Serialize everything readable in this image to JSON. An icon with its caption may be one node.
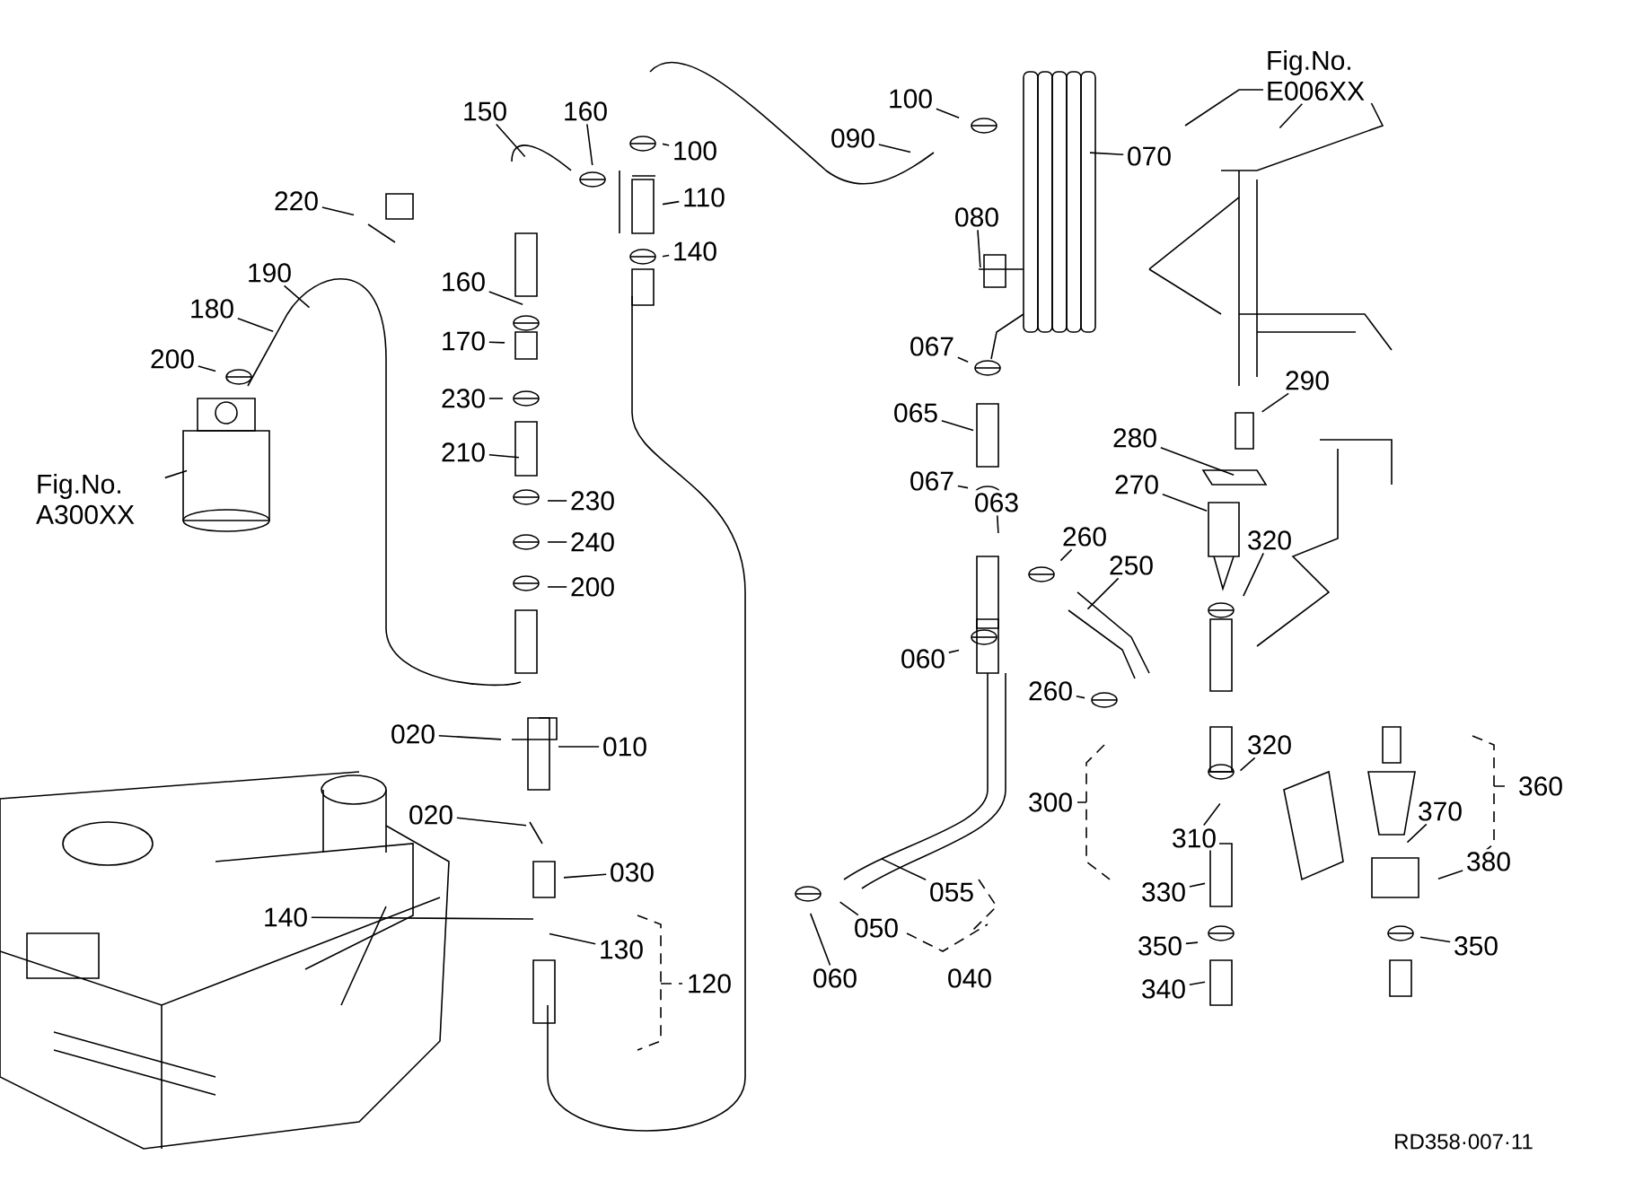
{
  "diagram": {
    "nodes": [
      {
        "text": [
          "150"
        ]
      },
      {
        "text": [
          "160"
        ]
      },
      {
        "text": [
          "100"
        ]
      },
      {
        "text": [
          "110"
        ]
      },
      {
        "text": [
          "140"
        ]
      },
      {
        "text": [
          "220"
        ]
      },
      {
        "text": [
          "190"
        ]
      },
      {
        "text": [
          "180"
        ]
      },
      {
        "text": [
          "200"
        ]
      },
      {
        "text": [
          "160"
        ]
      },
      {
        "text": [
          "170"
        ]
      },
      {
        "text": [
          "230"
        ]
      },
      {
        "text": [
          "210"
        ]
      },
      {
        "text": [
          "230"
        ]
      },
      {
        "text": [
          "240"
        ]
      },
      {
        "text": [
          "200"
        ]
      },
      {
        "text": [
          "020"
        ]
      },
      {
        "text": [
          "010"
        ]
      },
      {
        "text": [
          "020"
        ]
      },
      {
        "text": [
          "030"
        ]
      },
      {
        "text": [
          "140"
        ]
      },
      {
        "text": [
          "130"
        ]
      },
      {
        "text": [
          "100"
        ]
      },
      {
        "text": [
          "090"
        ]
      },
      {
        "text": [
          "070"
        ]
      },
      {
        "text": [
          "080"
        ]
      },
      {
        "text": [
          "067"
        ]
      },
      {
        "text": [
          "065"
        ]
      },
      {
        "text": [
          "067"
        ]
      },
      {
        "text": [
          "063"
        ]
      },
      {
        "text": [
          "260"
        ]
      },
      {
        "text": [
          "250"
        ]
      },
      {
        "text": [
          "060"
        ]
      },
      {
        "text": [
          "260"
        ]
      },
      {
        "text": [
          "055"
        ]
      },
      {
        "text": [
          "050"
        ]
      },
      {
        "text": [
          "060"
        ]
      },
      {
        "text": [
          "290"
        ]
      },
      {
        "text": [
          "280"
        ]
      },
      {
        "text": [
          "270"
        ]
      },
      {
        "text": [
          "320"
        ]
      },
      {
        "text": [
          "310"
        ]
      },
      {
        "text": [
          "320"
        ]
      },
      {
        "text": [
          "330"
        ]
      },
      {
        "text": [
          "350"
        ]
      },
      {
        "text": [
          "340"
        ]
      },
      {
        "text": [
          "370"
        ]
      },
      {
        "text": [
          "380"
        ]
      },
      {
        "text": [
          "350"
        ]
      },
      {
        "text": [
          "Fig.No. A300XX"
        ]
      },
      {
        "text": [
          "Fig.No. E006XX"
        ]
      }
    ],
    "edges": [
      {
        "from": 0,
        "to": null,
        "arrow": "none"
      },
      {
        "from": 1,
        "to": null,
        "arrow": "none"
      },
      {
        "from": 2,
        "to": null,
        "arrow": "none"
      },
      {
        "from": 3,
        "to": null,
        "arrow": "none"
      },
      {
        "from": 4,
        "to": null,
        "arrow": "none"
      },
      {
        "from": 5,
        "to": null,
        "arrow": "none"
      },
      {
        "from": 6,
        "to": null,
        "arrow": "none"
      },
      {
        "from": 7,
        "to": null,
        "arrow": "none"
      },
      {
        "from": 8,
        "to": null,
        "arrow": "none"
      },
      {
        "from": 9,
        "to": null,
        "arrow": "none"
      },
      {
        "from": 10,
        "to": null,
        "arrow": "none"
      },
      {
        "from": 11,
        "to": null,
        "arrow": "none"
      },
      {
        "from": 12,
        "to": null,
        "arrow": "none"
      },
      {
        "from": 13,
        "to": null,
        "arrow": "none"
      },
      {
        "from": 14,
        "to": null,
        "arrow": "none"
      },
      {
        "from": 15,
        "to": null,
        "arrow": "none"
      },
      {
        "from": 16,
        "to": null,
        "arrow": "none"
      },
      {
        "from": 17,
        "to": null,
        "arrow": "none"
      },
      {
        "from": 18,
        "to": null,
        "arrow": "none"
      },
      {
        "from": 19,
        "to": null,
        "arrow": "none"
      },
      {
        "from": 20,
        "to": null,
        "arrow": "none"
      },
      {
        "from": 21,
        "to": null,
        "arrow": "none"
      },
      {
        "from": 22,
        "to": null,
        "arrow": "none"
      },
      {
        "from": 23,
        "to": null,
        "arrow": "none"
      },
      {
        "from": 24,
        "to": null,
        "arrow": "none"
      },
      {
        "from": 25,
        "to": null,
        "arrow": "none"
      },
      {
        "from": 26,
        "to": null,
        "arrow": "none"
      },
      {
        "from": 27,
        "to": null,
        "arrow": "none"
      },
      {
        "from": 28,
        "to": null,
        "arrow": "none"
      },
      {
        "from": 29,
        "to": null,
        "arrow": "none"
      },
      {
        "from": 30,
        "to": null,
        "arrow": "none"
      },
      {
        "from": 31,
        "to": null,
        "arrow": "none"
      },
      {
        "from": 32,
        "to": null,
        "arrow": "none"
      },
      {
        "from": 33,
        "to": null,
        "arrow": "none"
      },
      {
        "from": 34,
        "to": null,
        "arrow": "none"
      },
      {
        "from": 35,
        "to": null,
        "arrow": "none"
      },
      {
        "from": 36,
        "to": null,
        "arrow": "none"
      },
      {
        "from": 37,
        "to": null,
        "arrow": "none"
      },
      {
        "from": 38,
        "to": null,
        "arrow": "none"
      },
      {
        "from": 39,
        "to": null,
        "arrow": "none"
      },
      {
        "from": 40,
        "to": null,
        "arrow": "none"
      },
      {
        "from": 41,
        "to": null,
        "arrow": "none"
      },
      {
        "from": 42,
        "to": null,
        "arrow": "none"
      },
      {
        "from": 43,
        "to": null,
        "arrow": "none"
      },
      {
        "from": 44,
        "to": null,
        "arrow": "none"
      },
      {
        "from": 45,
        "to": null,
        "arrow": "none"
      },
      {
        "from": 46,
        "to": null,
        "arrow": "none"
      },
      {
        "from": 47,
        "to": null,
        "arrow": "none"
      },
      {
        "from": 48,
        "to": null,
        "arrow": "none"
      },
      {
        "from": 49,
        "to": null,
        "arrow": "none"
      },
      {
        "from": 50,
        "to": null,
        "arrow": "none"
      }
    ],
    "labels": [
      "120",
      "040",
      "300",
      "360",
      "RD358·007·11"
    ]
  }
}
